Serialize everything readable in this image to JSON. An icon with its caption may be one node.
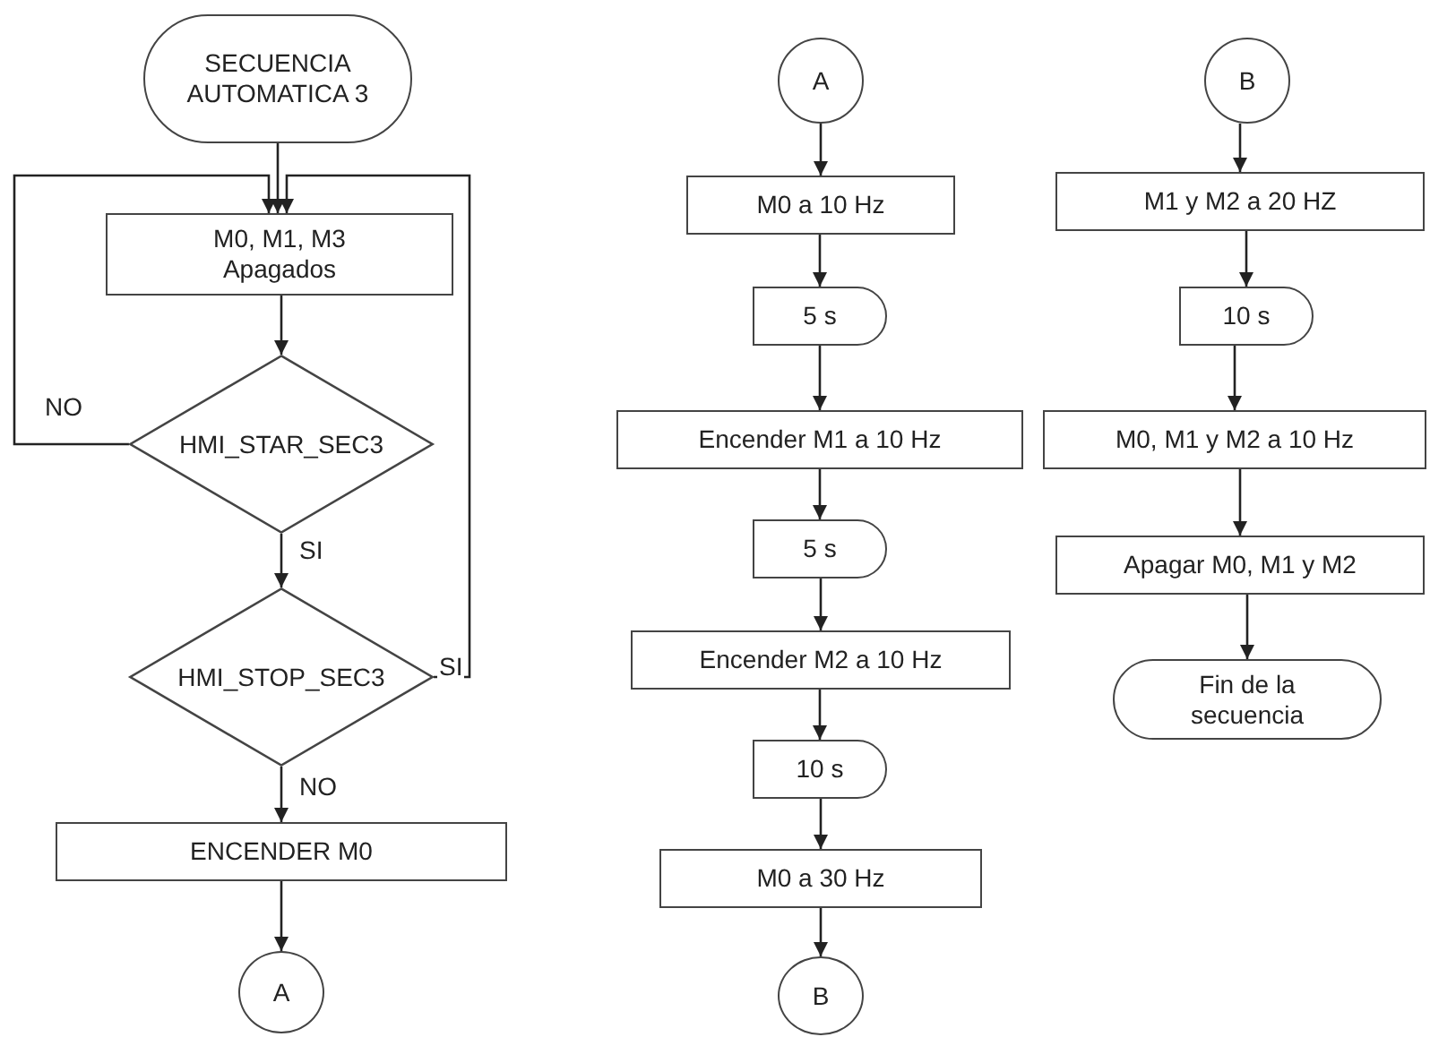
{
  "diagram": {
    "nodes": [
      {
        "text": [
          "SECUENCIA AUTOMATICA 3"
        ]
      },
      {
        "text": [
          "M0, M1, M3 Apagados"
        ]
      },
      {
        "text": [
          "HMI_STAR_SEC3"
        ]
      },
      {
        "text": [
          "HMI_STOP_SEC3"
        ]
      },
      {
        "text": [
          "ENCENDER M0"
        ]
      },
      {
        "text": [
          "A"
        ]
      },
      {
        "text": [
          "A"
        ]
      },
      {
        "text": [
          "M0 a 10 Hz"
        ]
      },
      {
        "text": [
          "5 s"
        ]
      },
      {
        "text": [
          "Encender M1 a 10 Hz"
        ]
      },
      {
        "text": [
          "5 s"
        ]
      },
      {
        "text": [
          "Encender M2 a 10 Hz"
        ]
      },
      {
        "text": [
          "10 s"
        ]
      },
      {
        "text": [
          "M0 a 30 Hz"
        ]
      },
      {
        "text": [
          "B"
        ]
      },
      {
        "text": [
          "B"
        ]
      },
      {
        "text": [
          "M1 y M2 a 20 HZ"
        ]
      },
      {
        "text": [
          "10 s"
        ]
      },
      {
        "text": [
          "M0, M1 y M2 a 10 Hz"
        ]
      },
      {
        "text": [
          "Apagar M0, M1 y M2"
        ]
      },
      {
        "text": [
          "Fin de la secuencia"
        ]
      }
    ],
    "edges": [
      {
        "from": 0,
        "to": 1,
        "arrow": "to"
      },
      {
        "from": 2,
        "to": 1,
        "arrow": "to",
        "label": "NO"
      },
      {
        "from": 1,
        "to": 2,
        "arrow": "to"
      },
      {
        "from": 2,
        "to": 3,
        "arrow": "to",
        "label": "SI"
      },
      {
        "from": 3,
        "to": 1,
        "arrow": "to",
        "label": "SI"
      },
      {
        "from": 3,
        "to": 4,
        "arrow": "to",
        "label": "NO"
      },
      {
        "from": 4,
        "to": 5,
        "arrow": "to"
      },
      {
        "from": 6,
        "to": 7,
        "arrow": "to"
      },
      {
        "from": 7,
        "to": 8,
        "arrow": "to"
      },
      {
        "from": 8,
        "to": 9,
        "arrow": "to"
      },
      {
        "from": 9,
        "to": 10,
        "arrow": "to"
      },
      {
        "from": 10,
        "to": 11,
        "arrow": "to"
      },
      {
        "from": 11,
        "to": 12,
        "arrow": "to"
      },
      {
        "from": 12,
        "to": 13,
        "arrow": "to"
      },
      {
        "from": 13,
        "to": 14,
        "arrow": "to"
      },
      {
        "from": 15,
        "to": 16,
        "arrow": "to"
      },
      {
        "from": 16,
        "to": 17,
        "arrow": "to"
      },
      {
        "from": 17,
        "to": 18,
        "arrow": "to"
      },
      {
        "from": 18,
        "to": 19,
        "arrow": "to"
      },
      {
        "from": 19,
        "to": 20,
        "arrow": "to"
      }
    ]
  }
}
